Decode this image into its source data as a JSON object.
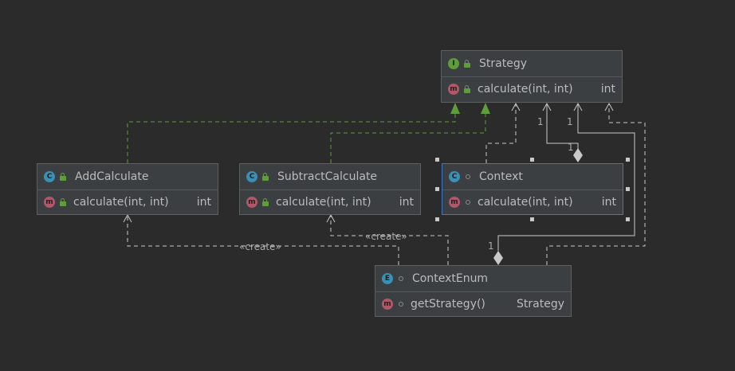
{
  "diagram": {
    "nodes": {
      "strategy": {
        "kind_icon": "I",
        "name": "Strategy",
        "method_icon": "m",
        "method": "calculate(int, int)",
        "return_type": "int"
      },
      "add_calculate": {
        "kind_icon": "C",
        "name": "AddCalculate",
        "method_icon": "m",
        "method": "calculate(int, int)",
        "return_type": "int"
      },
      "subtract_calculate": {
        "kind_icon": "C",
        "name": "SubtractCalculate",
        "method_icon": "m",
        "method": "calculate(int, int)",
        "return_type": "int"
      },
      "context": {
        "kind_icon": "C",
        "name": "Context",
        "method_icon": "m",
        "method": "calculate(int, int)",
        "return_type": "int"
      },
      "context_enum": {
        "kind_icon": "E",
        "name": "ContextEnum",
        "method_icon": "m",
        "method": "getStrategy()",
        "return_type": "Strategy"
      }
    },
    "edge_labels": {
      "create_add": "«create»",
      "create_subtract": "«create»",
      "mult_context_strategy_source": "1",
      "mult_context_strategy_target": "1",
      "mult_enum_strategy_source": "1",
      "mult_enum_strategy_target": "1"
    },
    "colors": {
      "background": "#2b2b2b",
      "node_fill": "#3c3f41",
      "node_border": "#5e6060",
      "selected_border": "#3d77c4",
      "text": "#bbbbbb",
      "realization_line": "#5f9c3a",
      "dependency_line": "#c8c8c8",
      "class_badge": "#3a8fb5",
      "interface_badge": "#5f9c3a",
      "method_badge": "#b0586a"
    }
  }
}
